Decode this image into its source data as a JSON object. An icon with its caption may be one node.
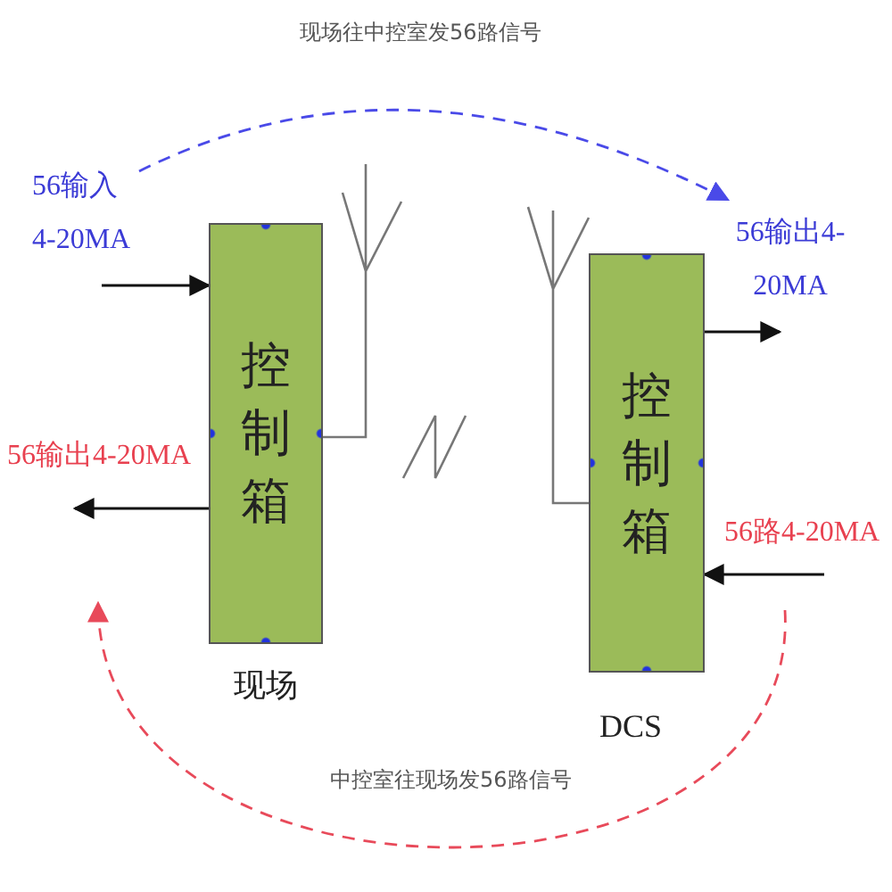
{
  "diagram": {
    "nodes": [
      {
        "text": [
          "控制箱"
        ],
        "beside": [
          "现场"
        ]
      },
      {
        "text": [
          "控制箱"
        ],
        "beside": [
          "DCS"
        ]
      },
      {
        "text": [
          "56输入 4-20MA"
        ]
      },
      {
        "text": [
          "56输出4-20MA"
        ]
      },
      {
        "text": [
          "56输出4-20MA"
        ]
      },
      {
        "text": [
          "56路4-20MA"
        ]
      }
    ],
    "edges": [
      {
        "from": 2,
        "to": 0,
        "arrow": "to"
      },
      {
        "from": 0,
        "to": 4,
        "arrow": "to"
      },
      {
        "from": 1,
        "to": 3,
        "arrow": "to"
      },
      {
        "from": 5,
        "to": 1,
        "arrow": "to"
      },
      {
        "from": 2,
        "to": 3,
        "arrow": "to",
        "style": "dashed",
        "color": "#4a4ae8",
        "label": "现场往中控室发56路信号"
      },
      {
        "from": 5,
        "to": null,
        "arrow": "to",
        "style": "dashed",
        "color": "#e84a5a",
        "label": "中控室往现场发56路信号"
      }
    ]
  }
}
